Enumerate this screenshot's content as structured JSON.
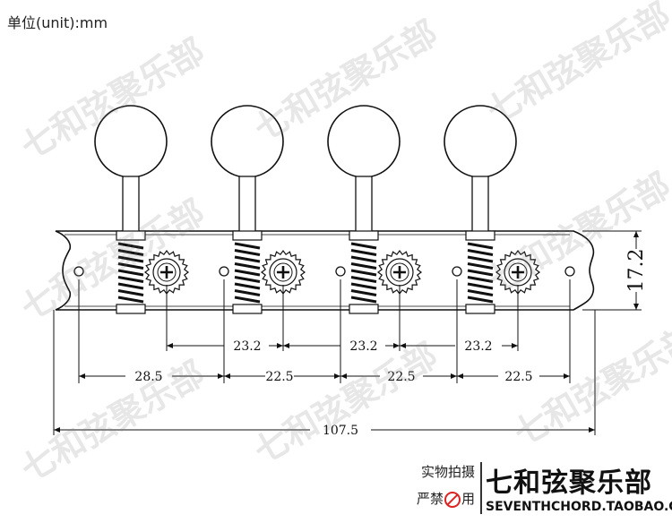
{
  "unit_label": "单位(unit):mm",
  "watermark_text": "七和弦聚乐部",
  "dimensions": {
    "knob_spacing_1": "23.2",
    "knob_spacing_2": "23.2",
    "knob_spacing_3": "23.2",
    "hole_to_post": "28.5",
    "post_spacing_1": "22.5",
    "post_spacing_2": "22.5",
    "post_spacing_3": "22.5",
    "total_length": "107.5",
    "plate_height": "17.2"
  },
  "brand": {
    "photo_note": "实物拍摄",
    "forbid_prefix": "严禁",
    "forbid_suffix": "用",
    "name": "七和弦聚乐部",
    "url": "SEVENTHCHORD.TAOBAO.COM"
  },
  "colors": {
    "line": "#111111",
    "forbid_red": "#dd2222"
  }
}
